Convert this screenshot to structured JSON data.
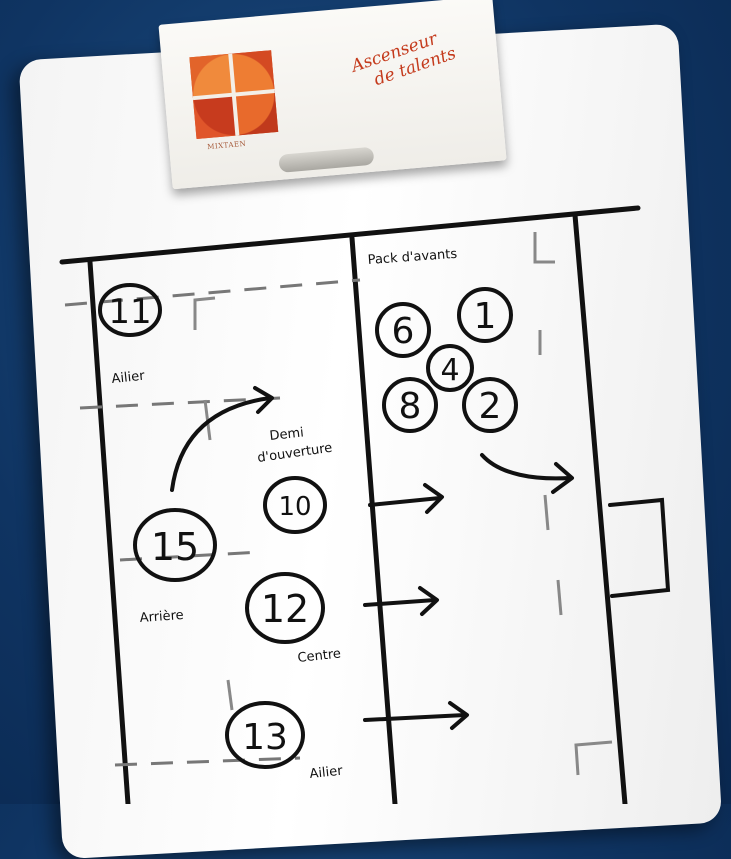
{
  "clip_label": {
    "brand": "MIXTAEN",
    "tagline_line1": "Ascenseur",
    "tagline_line2": "de talents"
  },
  "labels": {
    "pack": "Pack d'avants",
    "ailier_top": "Ailier",
    "demi_line1": "Demi",
    "demi_line2": "d'ouverture",
    "arriere": "Arrière",
    "centre": "Centre",
    "ailier_bottom": "Ailier"
  },
  "players": {
    "p11": "11",
    "p6": "6",
    "p1": "1",
    "p4": "4",
    "p8": "8",
    "p2": "2",
    "p10": "10",
    "p15": "15",
    "p12": "12",
    "p13": "13"
  },
  "colors": {
    "background": "#0f3462",
    "board": "#ffffff",
    "ink": "#111111",
    "logo": "#d9561f",
    "tagline": "#c43a1c"
  }
}
